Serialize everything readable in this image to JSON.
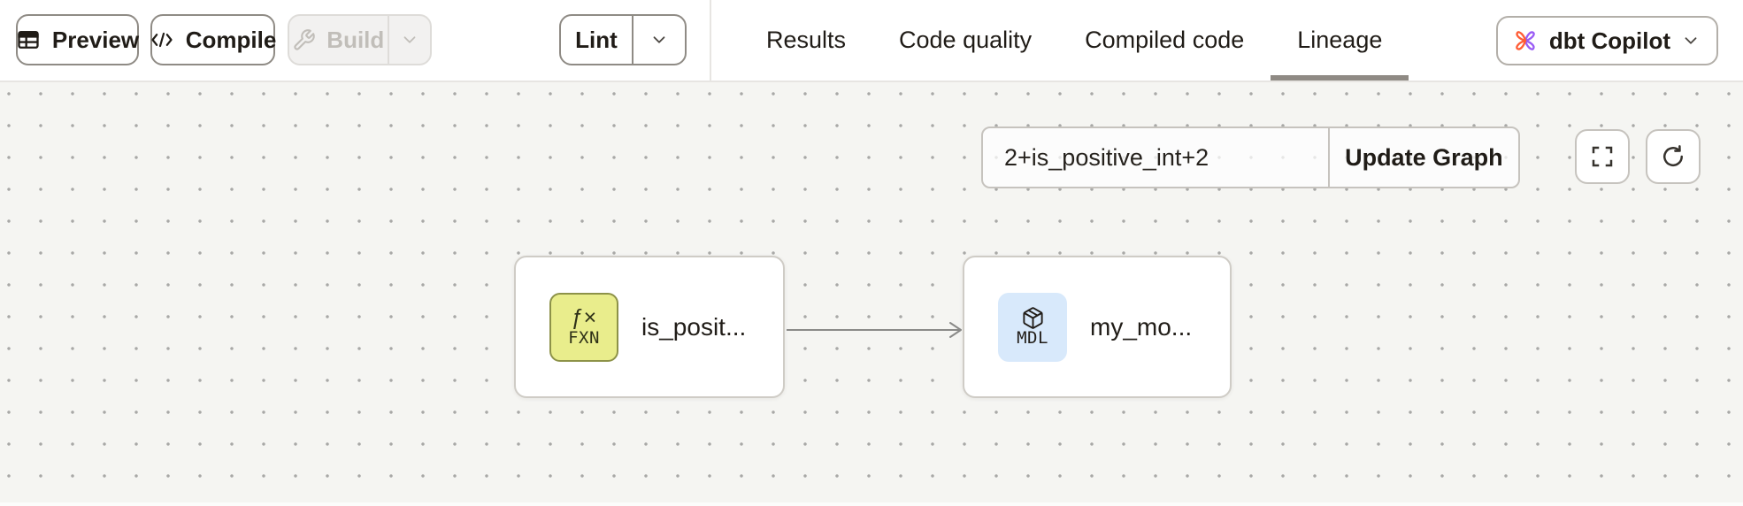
{
  "header": {
    "toolbar": {
      "preview_label": "Preview",
      "compile_label": "Compile",
      "build_label": "Build",
      "lint_label": "Lint"
    },
    "tabs": [
      {
        "label": "Results",
        "active": false
      },
      {
        "label": "Code quality",
        "active": false
      },
      {
        "label": "Compiled code",
        "active": false
      },
      {
        "label": "Lineage",
        "active": true
      }
    ],
    "copilot_label": "dbt Copilot"
  },
  "lineage": {
    "selector_value": "2+is_positive_int+2",
    "update_graph_label": "Update Graph",
    "nodes": [
      {
        "kind": "function",
        "badge_symbol": "ƒ×",
        "badge_code": "FXN",
        "label": "is_posit..."
      },
      {
        "kind": "model",
        "badge_code": "MDL",
        "label": "my_mo..."
      }
    ],
    "edge": {
      "from": "is_posit...",
      "to": "my_mo..."
    }
  },
  "icons": [
    "table-icon",
    "code-icon",
    "wrench-icon",
    "chevron-down-icon",
    "copilot-pinwheel-icon",
    "fullscreen-icon",
    "refresh-icon",
    "function-icon",
    "model-cube-icon"
  ],
  "colors": {
    "copilot_orange": "#ff5c35",
    "copilot_purple": "#9a5cf5",
    "function_badge_bg": "#e9ed8c",
    "function_badge_border": "#8d9248",
    "model_badge_bg": "#d8e9fb",
    "active_tab_underline": "#8f8a84",
    "canvas_bg": "#f5f5f2"
  }
}
